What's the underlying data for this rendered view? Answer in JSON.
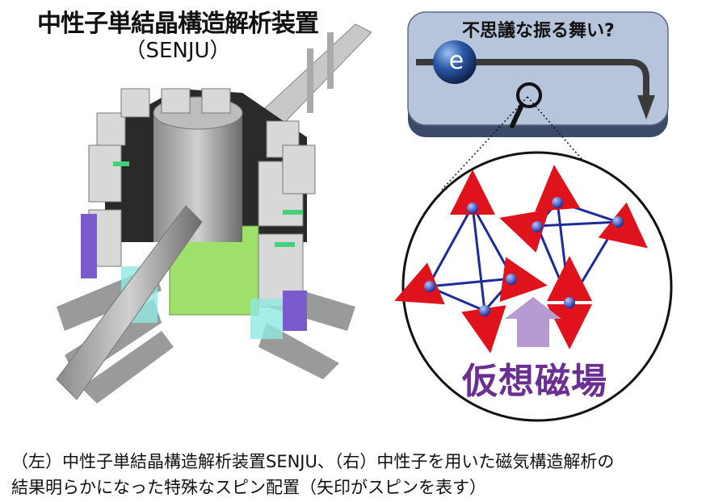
{
  "left_panel": {
    "title": "中性子単結晶構造解析装置",
    "subtitle": "（SENJU）"
  },
  "right_panel": {
    "question": "不思議な振る舞い?",
    "electron_label": "e",
    "field_label": "仮想磁場"
  },
  "caption": {
    "line1": "（左）中性子単結晶構造解析装置SENJU、（右）中性子を用いた磁気構造解析の",
    "line2": "結果明らかになった特殊なスピン配置（矢印がスピンを表す）"
  },
  "colors": {
    "box_fill": "#b6c4dc",
    "field_text": "#6a2f93",
    "arrow_purple": "#b79ad1",
    "spin_red": "#e0121b",
    "bond_blue": "#1d2a9c"
  }
}
